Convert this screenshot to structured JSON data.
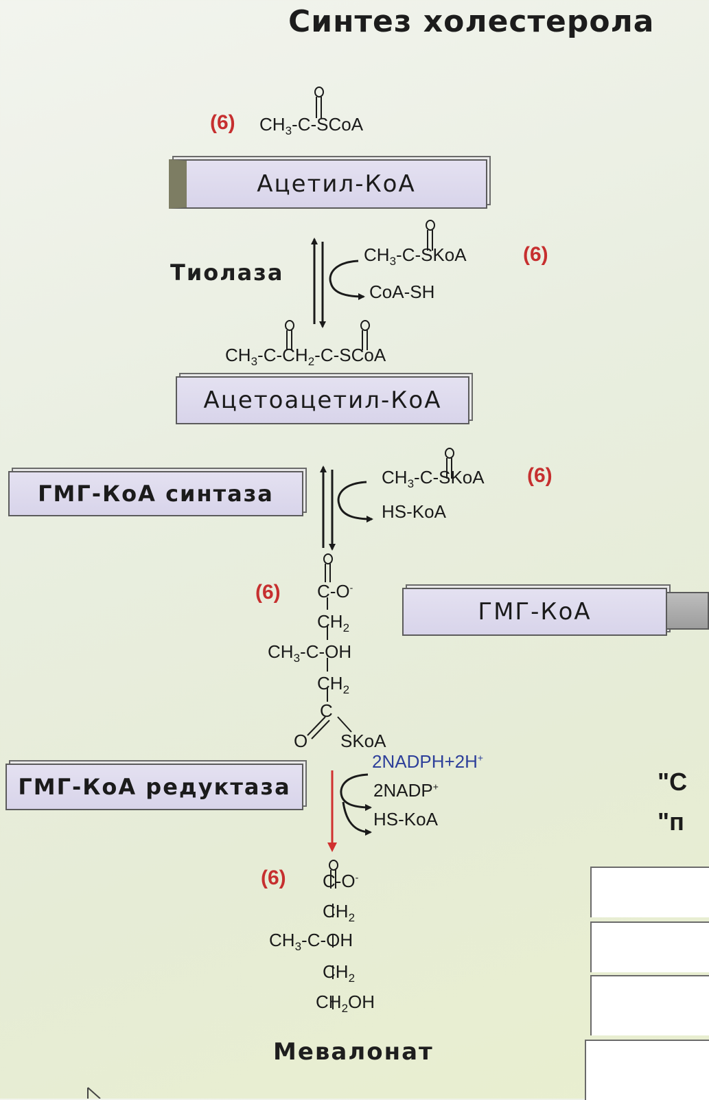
{
  "title": "Синтез холестерола",
  "coefficient": "(6)",
  "step1": {
    "formula_ch3": "CH",
    "formula_3": "3",
    "formula_rest": "-C-SCoA",
    "box": "Ацетил-КоА"
  },
  "reaction1": {
    "enzyme": "Тиолаза",
    "in_ch3": "CH",
    "in_3": "3",
    "in_rest": "-C-SKoA",
    "out": "CoA-SH"
  },
  "step2": {
    "f_ch3": "CH",
    "f_3": "3",
    "f_mid": "-C-CH",
    "f_2": "2",
    "f_end": "-C-SCoA",
    "box": "Ацетоацетил-КоА"
  },
  "reaction2": {
    "enzyme": "ГМГ-КоА синтаза",
    "in_ch3": "CH",
    "in_3": "3",
    "in_rest": "-C-SKoA",
    "out": "HS-KoA"
  },
  "hmg": {
    "box": "ГМГ-КоА",
    "c_o": "C-O",
    "minus": "-",
    "ch": "CH",
    "two": "2",
    "ch3": "CH",
    "three": "3",
    "c_oh": "-C-OH",
    "c": "C",
    "o": "O",
    "skoa": "SKoA"
  },
  "reaction3": {
    "enzyme": "ГМГ-КоА редуктаза",
    "in_main": "2NADPH+2H",
    "in_sup": "+",
    "out1_main": "2NADP",
    "out1_sup": "+",
    "out2": "HS-KoA"
  },
  "mevalonate": {
    "c_o": "C-O",
    "minus": "-",
    "ch": "CH",
    "two": "2",
    "ch3": "CH",
    "three": "3",
    "c_oh": "-C-OH",
    "ch2oh_a": "CH",
    "ch2oh_2": "2",
    "ch2oh_b": "OH",
    "name": "Мевалонат"
  },
  "cutoff": {
    "quote1": "\"C",
    "quote2": "\"п"
  },
  "colors": {
    "coefficient": "#c62f2f",
    "box_fill": "#dcd8ed",
    "accent_arrow": "#d0302f",
    "nadph": "#2d3f9a"
  }
}
